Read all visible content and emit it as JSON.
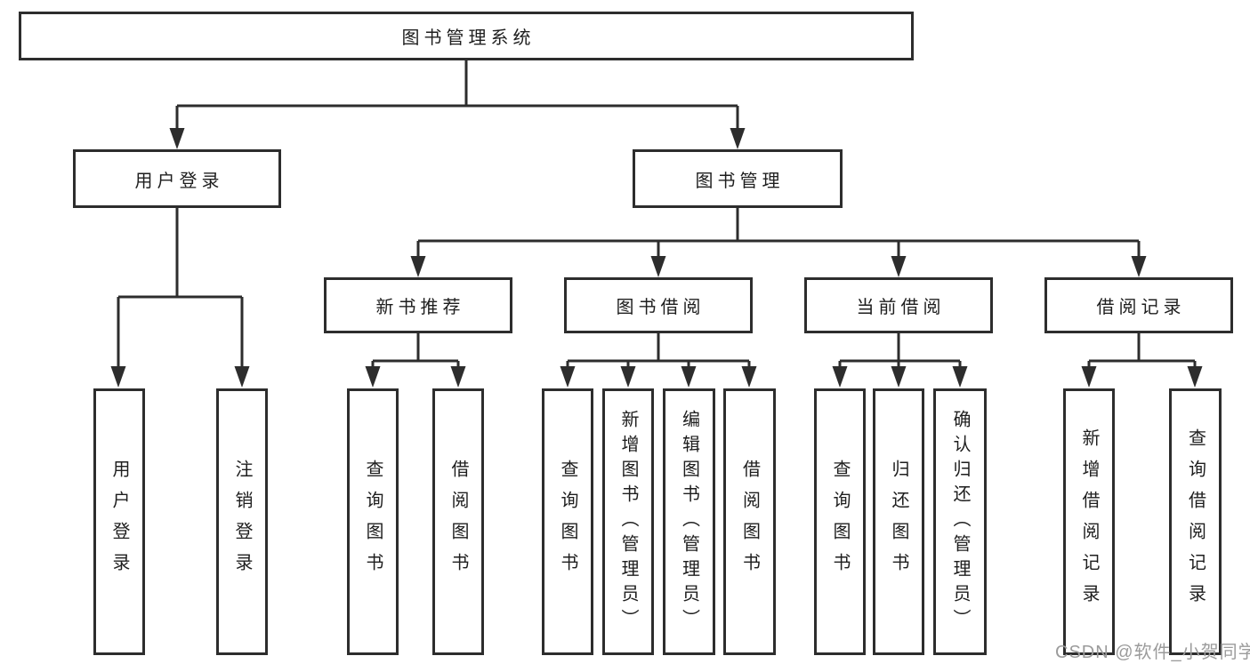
{
  "colors": {
    "line": "#2d2d2d",
    "text": "#1e1e1e",
    "watermark": "#9b9b9b",
    "background": "#ffffff"
  },
  "watermark": "CSDN @软件_小贺同学",
  "tree": {
    "root": "图书管理系统",
    "branches": [
      {
        "label": "用户登录",
        "children": [
          "用户登录",
          "注销登录"
        ]
      },
      {
        "label": "图书管理",
        "sections": [
          {
            "label": "新书推荐",
            "children": [
              "查询图书",
              "借阅图书"
            ]
          },
          {
            "label": "图书借阅",
            "children": [
              "查询图书",
              "新增图书（管理员）",
              "编辑图书（管理员）",
              "借阅图书"
            ]
          },
          {
            "label": "当前借阅",
            "children": [
              "查询图书",
              "归还图书",
              "确认归还（管理员）"
            ]
          },
          {
            "label": "借阅记录",
            "children": [
              "新增借阅记录",
              "查询借阅记录"
            ]
          }
        ]
      }
    ]
  }
}
